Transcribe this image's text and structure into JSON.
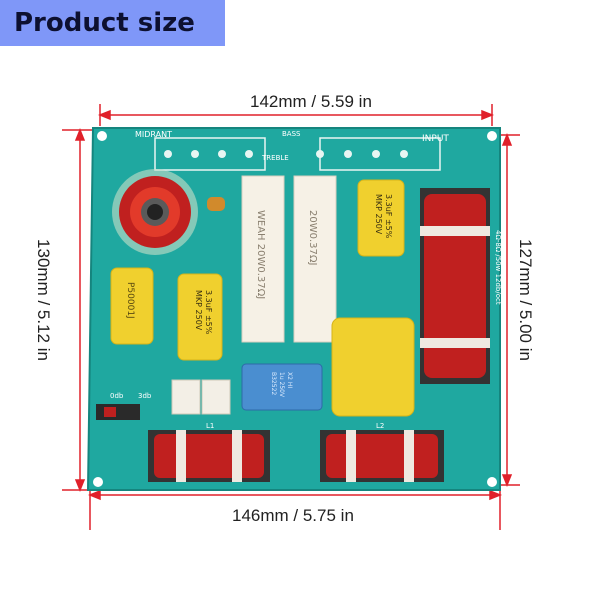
{
  "badge": {
    "label": "Product size",
    "color": "#7f97f8"
  },
  "dimensions": {
    "top": "142mm / 5.59 in",
    "bottom": "146mm / 5.75 in",
    "left": "130mm / 5.12 in",
    "right": "127mm / 5.00 in",
    "line_color": "#e0202a"
  },
  "board": {
    "color": "#1fa8a0",
    "silk": {
      "midrange": "MIDRANT",
      "input": "INPUT",
      "treble": "TREBLE",
      "bass": "BASS",
      "spec": "4Ω-8Ω /50w 12db/oct",
      "db0": "0db",
      "db3": "3db",
      "l1": "L1",
      "l2": "L2"
    },
    "components": {
      "cap_left_label": "P50001J",
      "cap_mid_line1": "MKP 250V",
      "cap_mid_line2": "3.3uF ±5%",
      "cap_top_line1": "MKP 250V",
      "cap_top_line2": "3.3uF ±5%",
      "resistor1": "WEAH 20W0.37ΩJ",
      "resistor2": "20W0.37ΩJ",
      "blue_cap_line1": "B32522",
      "blue_cap_line2": "1u 250V",
      "blue_cap_line3": "X2 HI"
    }
  }
}
